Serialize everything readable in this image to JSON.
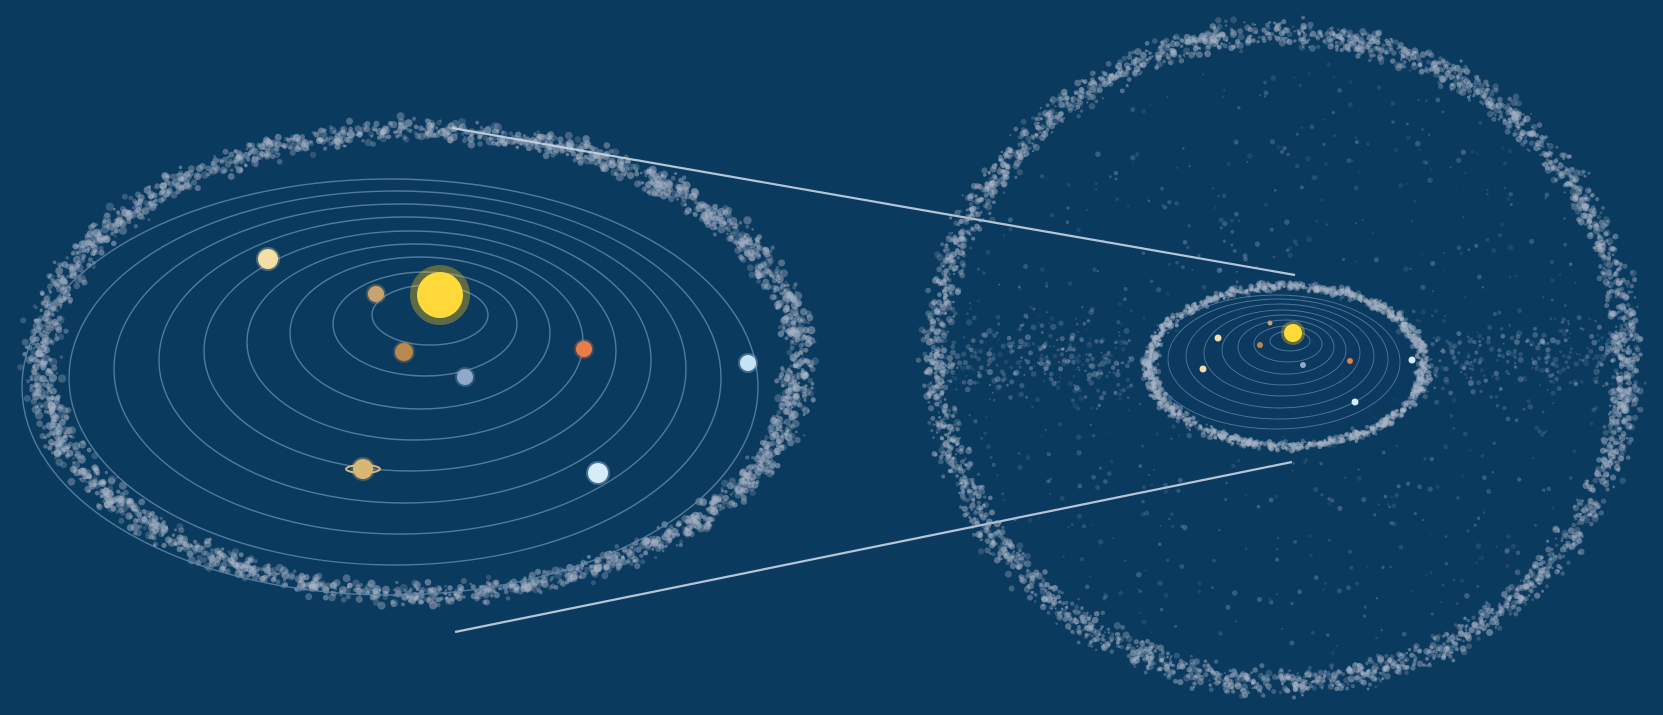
{
  "colors": {
    "background": "#0b3a5f",
    "orbit": "#5f86a6",
    "particle": "#a9b4c6",
    "connector": "#c7d5e2",
    "sun": "#f5c518",
    "sun_core": "#ffd83a"
  },
  "elements": {
    "left_view": "solar-system-with-kuiper-belt",
    "right_view": "oort-cloud-with-inner-system",
    "sun": "sun",
    "planets": [
      "planet-1",
      "planet-2",
      "planet-3",
      "planet-4",
      "planet-5",
      "planet-6",
      "planet-7",
      "planet-8"
    ],
    "planet_colors": [
      "#c9a26d",
      "#b8894c",
      "#e87d4a",
      "#8fa9c9",
      "#d8b775",
      "#f3dfa6",
      "#d8ecf8",
      "#c7e2f6"
    ]
  }
}
